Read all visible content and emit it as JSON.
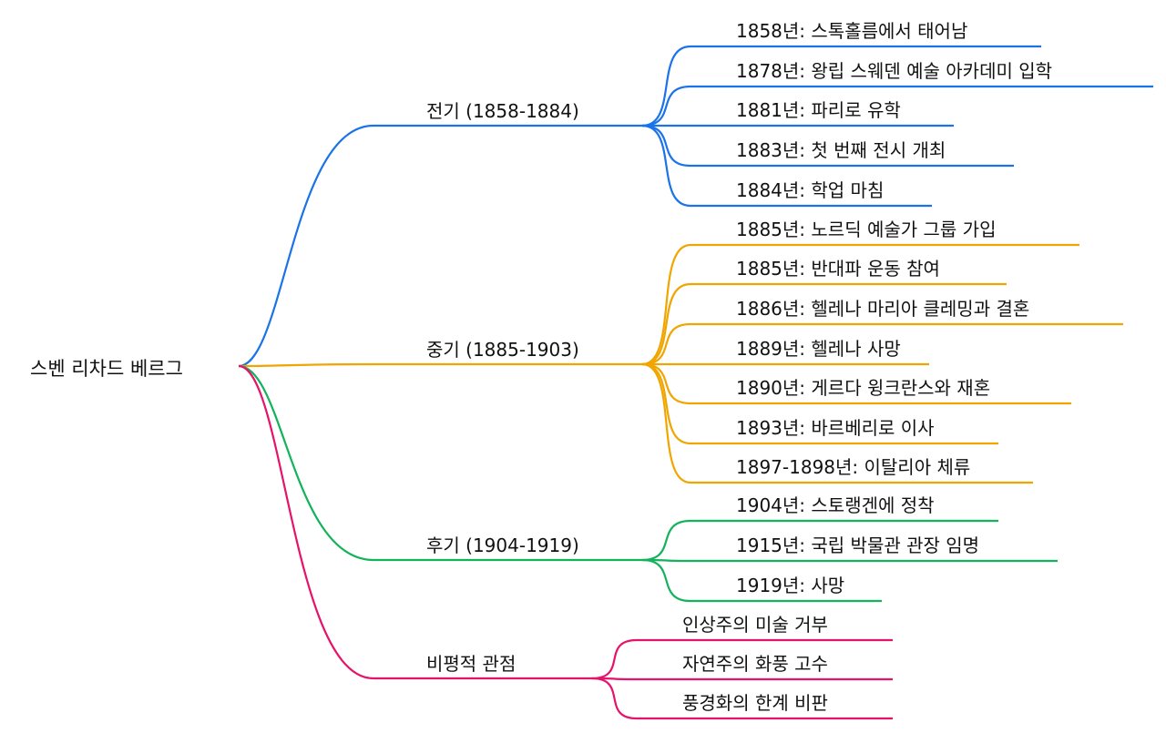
{
  "root": {
    "label": "스벤 리차드 베르그"
  },
  "branches": [
    {
      "label": "전기 (1858-1884)",
      "color": "#1a73e8",
      "children": [
        "1858년: 스톡홀름에서 태어남",
        "1878년: 왕립 스웨덴 예술 아카데미 입학",
        "1881년: 파리로 유학",
        "1883년: 첫 번째 전시 개최",
        "1884년: 학업 마침"
      ]
    },
    {
      "label": "중기 (1885-1903)",
      "color": "#f0a500",
      "children": [
        "1885년: 노르딕 예술가 그룹 가입",
        "1885년: 반대파 운동 참여",
        "1886년: 헬레나 마리아 클레밍과 결혼",
        "1889년: 헬레나 사망",
        "1890년: 게르다 윙크란스와 재혼",
        "1893년: 바르베리로 이사",
        "1897-1898년: 이탈리아 체류"
      ]
    },
    {
      "label": "후기 (1904-1919)",
      "color": "#12b35a",
      "children": [
        "1904년: 스토랭겐에 정착",
        "1915년: 국립 박물관 관장 임명",
        "1919년: 사망"
      ]
    },
    {
      "label": "비평적 관점",
      "color": "#e6136b",
      "children": [
        "인상주의 미술 거부",
        "자연주의 화풍 고수",
        "풍경화의 한계 비판"
      ]
    }
  ]
}
